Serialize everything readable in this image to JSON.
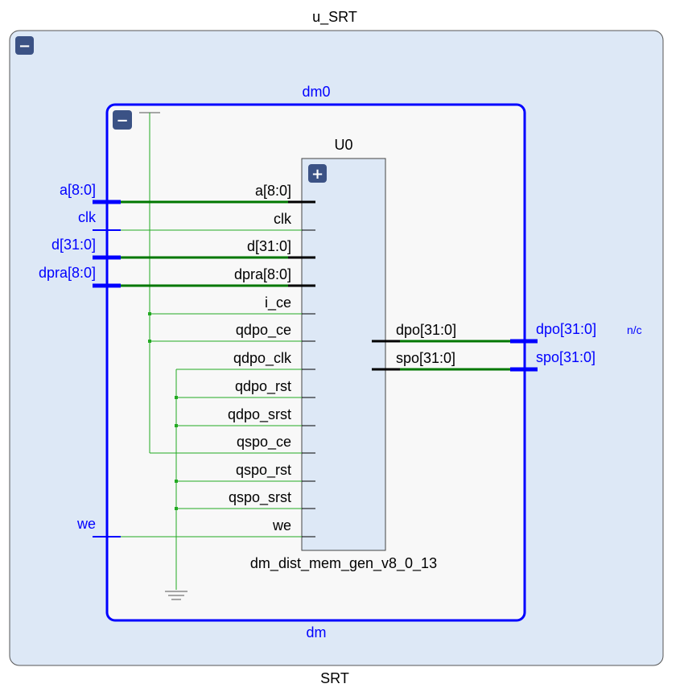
{
  "outer": {
    "title": "u_SRT",
    "type_label": "SRT",
    "collapse_symbol": "−"
  },
  "inner": {
    "title": "dm0",
    "type_label": "dm",
    "collapse_symbol": "−"
  },
  "cell": {
    "title": "U0",
    "type_label": "dm_dist_mem_gen_v8_0_13",
    "expand_symbol": "+",
    "input_pins": [
      "a[8:0]",
      "clk",
      "d[31:0]",
      "dpra[8:0]",
      "i_ce",
      "qdpo_ce",
      "qdpo_clk",
      "qdpo_rst",
      "qdpo_srst",
      "qspo_ce",
      "qspo_rst",
      "qspo_srst",
      "we"
    ],
    "output_pins": [
      "dpo[31:0]",
      "spo[31:0]"
    ]
  },
  "ports": {
    "inputs": [
      "a[8:0]",
      "clk",
      "d[31:0]",
      "dpra[8:0]",
      "we"
    ],
    "outputs": [
      "dpo[31:0]",
      "spo[31:0]"
    ],
    "nc_label": "n/c"
  },
  "colors": {
    "outer_fill": "#dde8f6",
    "inner_fill": "#f8f8f8",
    "inner_border": "#0000ff",
    "net": "#007700",
    "const_net": "#22aa22",
    "button": "#3b5285"
  }
}
